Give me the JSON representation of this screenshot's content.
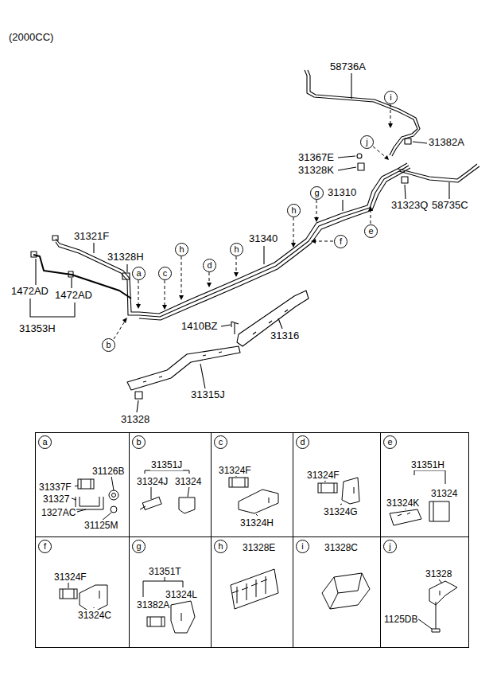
{
  "diagram": {
    "title": "(2000CC)",
    "nodes": [
      {
        "text": [
          "i"
        ]
      },
      {
        "text": [
          "j"
        ]
      },
      {
        "text": [
          "g"
        ]
      },
      {
        "text": [
          "h"
        ]
      },
      {
        "text": [
          "e"
        ]
      },
      {
        "text": [
          "f"
        ]
      },
      {
        "text": [
          "h"
        ]
      },
      {
        "text": [
          "h"
        ]
      },
      {
        "text": [
          "d"
        ]
      },
      {
        "text": [
          "c"
        ]
      },
      {
        "text": [
          "a"
        ]
      },
      {
        "text": [
          "b"
        ]
      },
      {
        "text": [
          "a",
          "31126B",
          "31337F",
          "31327",
          "1327AC",
          "31125M"
        ]
      },
      {
        "text": [
          "b",
          "31351J",
          "31324J",
          "31324"
        ]
      },
      {
        "text": [
          "c",
          "31324F",
          "31324H"
        ]
      },
      {
        "text": [
          "d",
          "31324F",
          "31324G"
        ]
      },
      {
        "text": [
          "e",
          "31351H",
          "31324K",
          "31324"
        ]
      },
      {
        "text": [
          "f",
          "31324F",
          "31324C"
        ]
      },
      {
        "text": [
          "g",
          "31351T",
          "31324L",
          "31382A"
        ]
      },
      {
        "text": [
          "h",
          "31328E"
        ]
      },
      {
        "text": [
          "i",
          "31328C"
        ]
      },
      {
        "text": [
          "j",
          "31328",
          "1125DB"
        ]
      }
    ],
    "labels": [
      "58736A",
      "31382A",
      "31367E",
      "31328K",
      "31310",
      "31323Q",
      "58735C",
      "31340",
      "31321F",
      "31328H",
      "1472AD",
      "1472AD",
      "31353H",
      "1410BZ",
      "31316",
      "31328",
      "31315J"
    ]
  }
}
